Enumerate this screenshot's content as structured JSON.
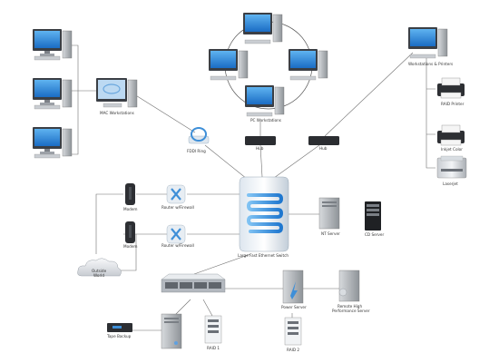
{
  "labels": {
    "mac_workstation": "MAC Workstations",
    "fddi_ring": "FDDI Ring",
    "pc_workstations": "PC Workstations",
    "hub": "Hub",
    "workstations_printers": "Workstations & Printers",
    "raid_printer": "RAID Printer",
    "inkjet_color": "Inkjet Color",
    "laserjet": "Laserjet",
    "modem_top": "Modem",
    "modem_bottom": "Modem",
    "router_top": "Router w/Firewall",
    "router_bottom": "Router w/Firewall",
    "outside_world": "Outside World",
    "central_switch": "Large Fast Ethernet Switch",
    "nt_server": "NT Server",
    "cd_server": "CD Server",
    "power_server": "Power Server",
    "remote_server": "Remote High Performance Server",
    "tape_backup": "Tape Backup",
    "raid1": "RAID 1",
    "raid2": "RAID 2"
  }
}
